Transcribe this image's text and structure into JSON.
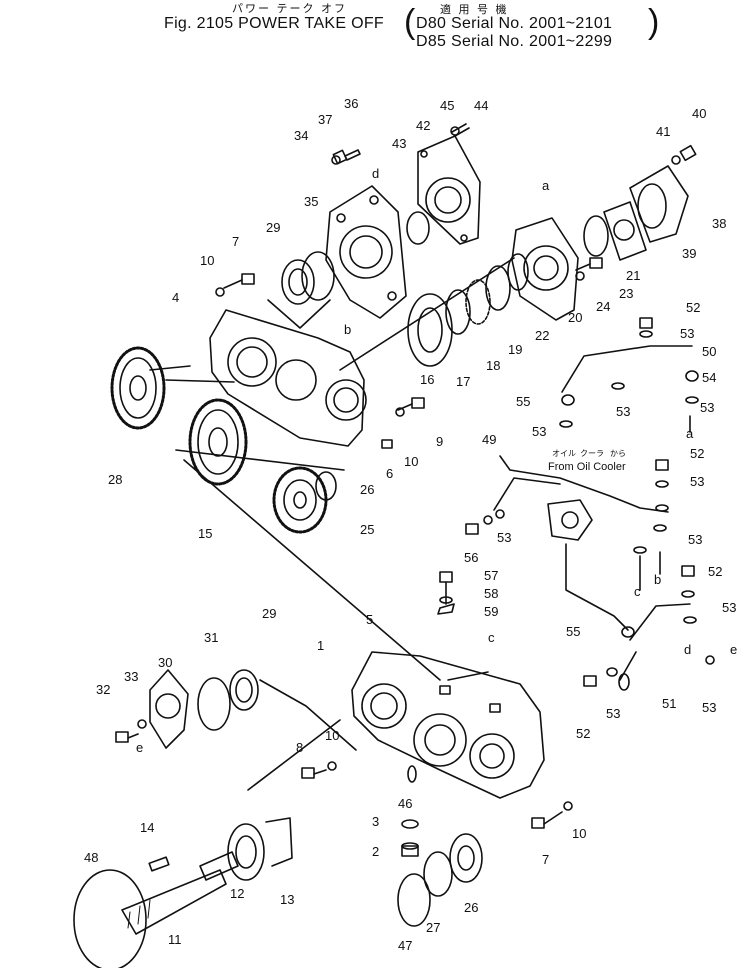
{
  "header": {
    "title_jp": "パワー テーク オフ",
    "applicable_jp": "適 用 号 機",
    "title": "Fig. 2105 POWER TAKE OFF",
    "serial_d80": "D80 Serial No. 2001~2101",
    "serial_d85": "D85 Serial No. 2001~2299"
  },
  "note": {
    "jp_oil": "オイル",
    "jp_cooler": "クーラ",
    "jp_from": "から",
    "text": "From Oil Cooler"
  },
  "labels": [
    {
      "id": "p1",
      "text": "1"
    },
    {
      "id": "p2",
      "text": "2"
    },
    {
      "id": "p3",
      "text": "3"
    },
    {
      "id": "p4",
      "text": "4"
    },
    {
      "id": "p5",
      "text": "5"
    },
    {
      "id": "p6",
      "text": "6"
    },
    {
      "id": "p7a",
      "text": "7"
    },
    {
      "id": "p7b",
      "text": "7"
    },
    {
      "id": "p8",
      "text": "8"
    },
    {
      "id": "p9",
      "text": "9"
    },
    {
      "id": "p10a",
      "text": "10"
    },
    {
      "id": "p10b",
      "text": "10"
    },
    {
      "id": "p10c",
      "text": "10"
    },
    {
      "id": "p10d",
      "text": "10"
    },
    {
      "id": "p11",
      "text": "11"
    },
    {
      "id": "p12",
      "text": "12"
    },
    {
      "id": "p13",
      "text": "13"
    },
    {
      "id": "p14",
      "text": "14"
    },
    {
      "id": "p15",
      "text": "15"
    },
    {
      "id": "p16",
      "text": "16"
    },
    {
      "id": "p17",
      "text": "17"
    },
    {
      "id": "p18",
      "text": "18"
    },
    {
      "id": "p19",
      "text": "19"
    },
    {
      "id": "p20",
      "text": "20"
    },
    {
      "id": "p21",
      "text": "21"
    },
    {
      "id": "p22",
      "text": "22"
    },
    {
      "id": "p23",
      "text": "23"
    },
    {
      "id": "p24",
      "text": "24"
    },
    {
      "id": "p25",
      "text": "25"
    },
    {
      "id": "p26a",
      "text": "26"
    },
    {
      "id": "p26b",
      "text": "26"
    },
    {
      "id": "p27",
      "text": "27"
    },
    {
      "id": "p28",
      "text": "28"
    },
    {
      "id": "p29a",
      "text": "29"
    },
    {
      "id": "p29b",
      "text": "29"
    },
    {
      "id": "p30",
      "text": "30"
    },
    {
      "id": "p31",
      "text": "31"
    },
    {
      "id": "p32",
      "text": "32"
    },
    {
      "id": "p33",
      "text": "33"
    },
    {
      "id": "p34",
      "text": "34"
    },
    {
      "id": "p35",
      "text": "35"
    },
    {
      "id": "p36",
      "text": "36"
    },
    {
      "id": "p37",
      "text": "37"
    },
    {
      "id": "p38",
      "text": "38"
    },
    {
      "id": "p39",
      "text": "39"
    },
    {
      "id": "p40",
      "text": "40"
    },
    {
      "id": "p41",
      "text": "41"
    },
    {
      "id": "p42",
      "text": "42"
    },
    {
      "id": "p43",
      "text": "43"
    },
    {
      "id": "p44",
      "text": "44"
    },
    {
      "id": "p45",
      "text": "45"
    },
    {
      "id": "p46",
      "text": "46"
    },
    {
      "id": "p47",
      "text": "47"
    },
    {
      "id": "p48",
      "text": "48"
    },
    {
      "id": "p49",
      "text": "49"
    },
    {
      "id": "p50",
      "text": "50"
    },
    {
      "id": "p51",
      "text": "51"
    },
    {
      "id": "p52a",
      "text": "52"
    },
    {
      "id": "p52b",
      "text": "52"
    },
    {
      "id": "p52c",
      "text": "52"
    },
    {
      "id": "p52d",
      "text": "52"
    },
    {
      "id": "p53a",
      "text": "53"
    },
    {
      "id": "p53b",
      "text": "53"
    },
    {
      "id": "p53c",
      "text": "53"
    },
    {
      "id": "p53d",
      "text": "53"
    },
    {
      "id": "p53e",
      "text": "53"
    },
    {
      "id": "p53f",
      "text": "53"
    },
    {
      "id": "p53g",
      "text": "53"
    },
    {
      "id": "p53h",
      "text": "53"
    },
    {
      "id": "p53i",
      "text": "53"
    },
    {
      "id": "p53j",
      "text": "53"
    },
    {
      "id": "p53k",
      "text": "53"
    },
    {
      "id": "p54",
      "text": "54"
    },
    {
      "id": "p55a",
      "text": "55"
    },
    {
      "id": "p55b",
      "text": "55"
    },
    {
      "id": "p56",
      "text": "56"
    },
    {
      "id": "p57",
      "text": "57"
    },
    {
      "id": "p58",
      "text": "58"
    },
    {
      "id": "p59",
      "text": "59"
    },
    {
      "id": "la1",
      "text": "a"
    },
    {
      "id": "la2",
      "text": "a"
    },
    {
      "id": "lb1",
      "text": "b"
    },
    {
      "id": "lb2",
      "text": "b"
    },
    {
      "id": "lc1",
      "text": "c"
    },
    {
      "id": "lc2",
      "text": "c"
    },
    {
      "id": "ld1",
      "text": "d"
    },
    {
      "id": "ld2",
      "text": "d"
    },
    {
      "id": "le1",
      "text": "e"
    },
    {
      "id": "le2",
      "text": "e"
    }
  ]
}
